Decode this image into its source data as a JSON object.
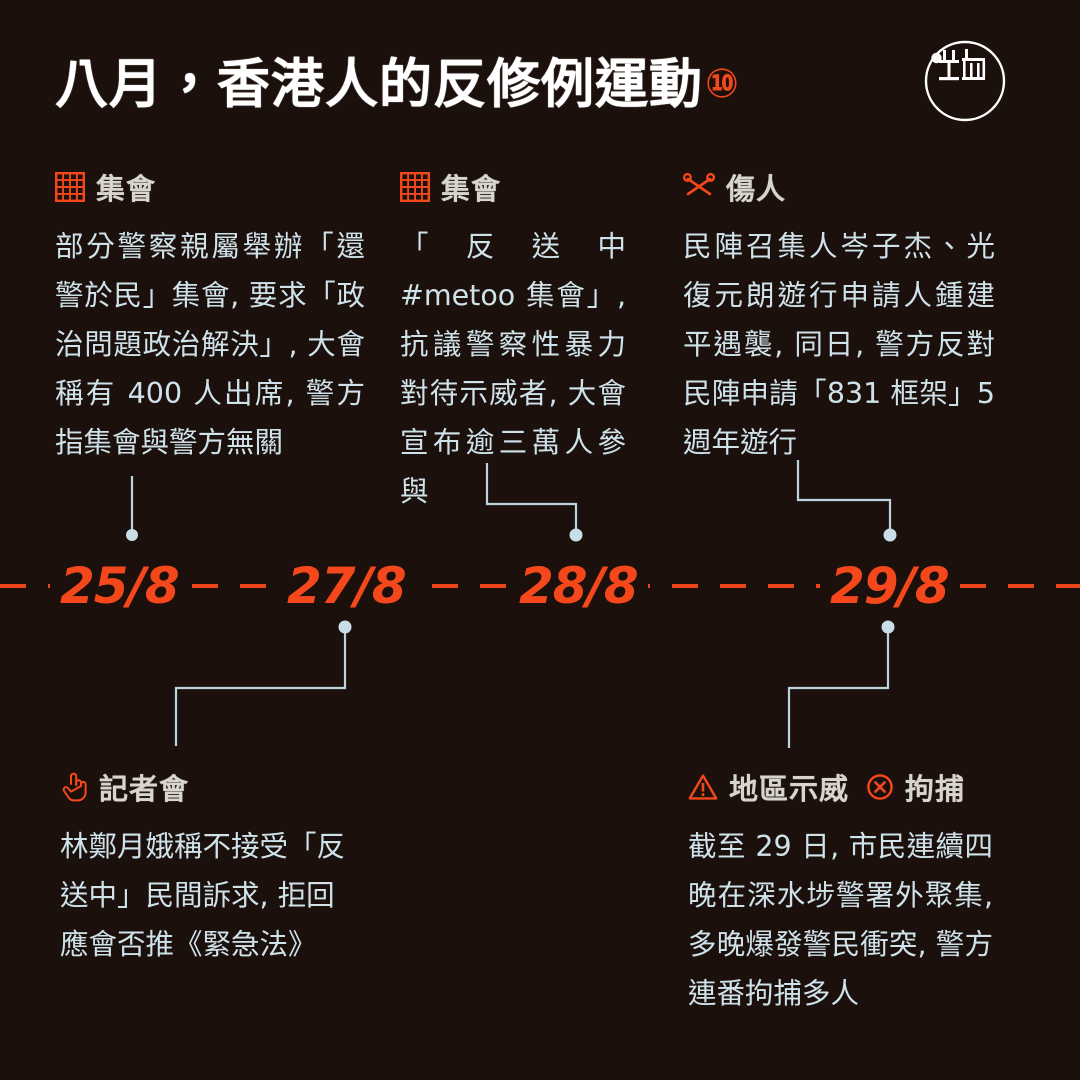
{
  "header": {
    "title": "八月，香港人的反修例運動",
    "episode": "⑩",
    "logo_name": "initium-media-logo"
  },
  "palette": {
    "background": "#1b100c",
    "accent_orange": "#f4481c",
    "body_text": "#cfe2ea",
    "head_text": "#d8d4ce",
    "connector": "#bcd4de"
  },
  "timeline": {
    "dates": [
      {
        "label": "25/8"
      },
      {
        "label": "27/8"
      },
      {
        "label": "28/8"
      },
      {
        "label": "29/8"
      }
    ]
  },
  "events_top": [
    {
      "icon": "grid-icon",
      "label": "集會",
      "text": "部分警察親屬舉辦「還警於民」集會, 要求「政治問題政治解決」, 大會稱有 400 人出席, 警方指集會與警方無關",
      "date": "25/8"
    },
    {
      "icon": "grid-icon",
      "label": "集會",
      "text": "「反送中 #metoo 集會」, 抗議警察性暴力對待示威者, 大會宣布逾三萬人參與",
      "date": "28/8"
    },
    {
      "icon": "scissors-icon",
      "label": "傷人",
      "text": "民陣召集人岑子杰、光復元朗遊行申請人鍾建平遇襲, 同日, 警方反對民陣申請「831 框架」5 週年遊行",
      "date": "29/8"
    }
  ],
  "events_bottom": [
    {
      "icon": "pointing-hand-icon",
      "label": "記者會",
      "text": "林鄭月娥稱不接受「反送中」民間訴求, 拒回應會否推《緊急法》",
      "date": "27/8"
    },
    {
      "icon": "warning-triangle-icon",
      "label": "地區示威",
      "icon2": "circle-x-icon",
      "label2": "拘捕",
      "text": "截至 29 日, 市民連續四晚在深水埗警署外聚集, 多晚爆發警民衝突, 警方連番拘捕多人",
      "date": "29/8"
    }
  ]
}
